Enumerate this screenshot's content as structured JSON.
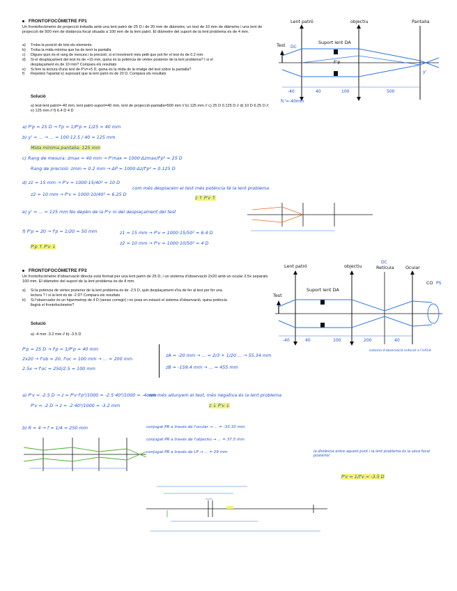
{
  "section1": {
    "title": "FRONTOFOCÒMETRE FP1",
    "intro": "Un frontofocòmetre de projecció treballa amb una lent patró de 25 D i de 20 mm de diàmetre, un test de 10 mm de diàmetre i una lent de projecció de 500 mm de distància focal situada a 100 mm de la lent patró. El diàmetre del suport de la lent problema és de 4 mm.",
    "questions": [
      {
        "key": "a)",
        "text": "Troba la posició de tots els elements."
      },
      {
        "key": "b)",
        "text": "Troba la mida mínima que ha de tenir la pantalla"
      },
      {
        "key": "c)",
        "text": "Digues quin és el rang de mesura i la precisió, si el moviment més petit que pot fer el test és de 0.2 mm."
      },
      {
        "key": "d)",
        "text": "Si el desplaçament del test és de +15 mm, quina és la potència de vèrtex posterior de la lent problema? I si el"
      },
      {
        "key": "",
        "text": "desplaçament és de 10 mm? Compara els resultats"
      },
      {
        "key": "e)",
        "text": "Si fem la lectura d'una lent de P'v=+5 D, quina és la mida de la imatge del test sobre la pantalla?"
      },
      {
        "key": "f)",
        "text": "Repeteix l'apartat e) suposant que la lent patró és de 20 D. Compara els resultats"
      }
    ],
    "solution_heading": "Solució",
    "solution_answers": "a) test-lent patró=-40 mm, lent patró-suport=40 mm, lent de projecció-pantalla=500 mm // b) 125 mm // c) 25 D 0.125 D // d) 10 D  6.25 D // e) 125 mm // f) 6.4 D 4 D",
    "diagram_labels": {
      "lent_patro": "Lent patró",
      "objectiu": "objectiu",
      "pantalla": "Pantalla",
      "test": "Test",
      "dc": "DC",
      "suport": "Suport lent DA",
      "fp": "F'p",
      "dims": [
        "-40",
        "40",
        "100",
        "500"
      ],
      "bottom_dim": "fc'=-40mm",
      "yprime": "y'"
    },
    "hand_lines": [
      "a) P'p = 25 D → f'p = 1/P'p = 1/25 = 40 mm",
      "b) y' = ... → ... = 100·12.5 / 40 = 125 mm",
      "Mida mínima pantalla: 125 mm",
      "c) Rang de mesura: zmax = 40 mm → P'max = 1000·Δzmax/f'p² = 25 D",
      "Rang de precisió: zmin = 0.2 mm → ΔP = 1000·Δz/f'p² = 0.125 D",
      "d) z1 = 15 mm → P'v = 1000·15/40² = 10 D",
      "com més desplacem el test més potència té la lent problema",
      "z2 = 10 mm → P'v = 1000·10/40² = 6.25 D",
      "z ↑  P'v ↑",
      "e) y' = ... = 125 mm  No depèn de la P'v ni del desplaçament del test",
      "f) P'p = 20 → f'p = 1/20 = 50 mm",
      "z1 = 15 mm → P'v = 1000·15/50² = 6.4 D",
      "z2 = 10 mm → P'v = 1000·10/50² = 4 D",
      "P'p ↑   P'v ↓"
    ]
  },
  "section2": {
    "title": "FRONTOFOCÒMETRE FP2",
    "intro": "Un frontofocòmetre d'observació directa està format per una lent patró de 25 D, i un sistema d'observació 2x20 amb un ocular 2.5x separats 100 mm. El diàmetre del suport de la lent problema és de 4 mm.",
    "questions": [
      {
        "key": "a)",
        "text": "Si la potència de vèrtex posterior de la lent problema és de -2.5 D, quin desplaçament s'ha de fer al test per fer una"
      },
      {
        "key": "",
        "text": "lectura ? I si la lent és de -2 D? Compara els resultats"
      },
      {
        "key": "b)",
        "text": "Si l'observador és un hipermetrop de 4 D (sense corregir) i no posa en estació el sistema d'observació, quina potència"
      },
      {
        "key": "",
        "text": "llegirà el frontofocòmetre?"
      }
    ],
    "solution_heading": "Solució",
    "solution_answers": "a) -4 mm  -3.2 mm // b) -3.5 D",
    "diagram_labels": {
      "lent_patro": "Lent patró",
      "objectiu": "objectiu",
      "dc": "DC",
      "retícula": "Retícula",
      "ocular": "Ocular",
      "test": "Test",
      "suport": "Suport lent DA",
      "co": "CO",
      "ps": "PS",
      "dims": [
        "-40",
        "40",
        "100",
        "200",
        "40"
      ],
      "bottom_note": "sistema d'observació enfocat a l'infinit"
    },
    "hand_lines": [
      "P'p = 25 D → f'p = 1/P'p = 40 mm",
      "2x20 → f'ob = 20, f'oc = 100 mm → ... = 200 mm",
      "2.5x → f'oc = 250/2.5 = 100 mm",
      "zA = -20 mm → ... = 2/3 + 1/20 ... → 55.34 mm",
      "zB = -159.4 mm → ... = 455 mm",
      "a) P'v = -2.5 D → z = P'v·f'p²/1000 = -2.5·40²/1000 = -4 mm",
      "P'v = -2 D → z = -2·40²/1000 = -3.2 mm",
      "com més allunyem el test, més negativa és la lent problema",
      "z ↓  P'v ↓",
      "b) R = 4 → f = 1/4 = 250 mm",
      "conjugat PR a través de l'ocular → ... = -33.33 mm",
      "conjugat PR a través de l'objectiu → ... = 37.5 mm",
      "conjugat PR a través de LP → ... = 29 mm",
      "la distància entre aquest punt i la lent problema és la seva focal posterior",
      "P'v = 1/f'v = -3.5 D"
    ]
  }
}
